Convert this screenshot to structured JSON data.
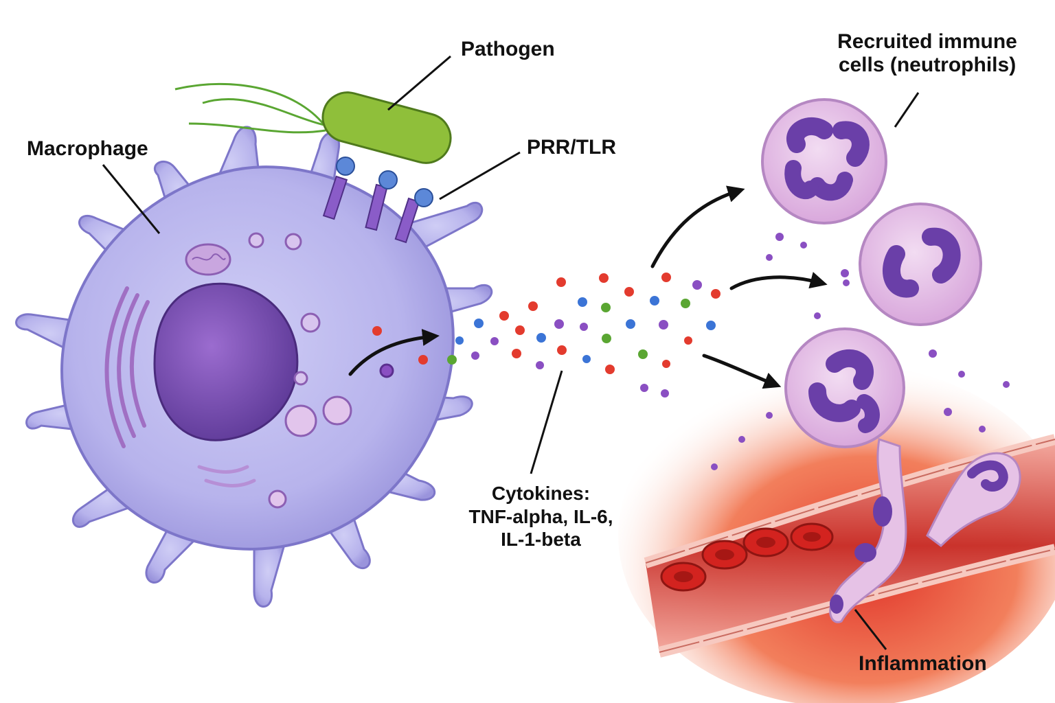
{
  "labels": {
    "pathogen": "Pathogen",
    "macrophage": "Macrophage",
    "prr": "PRR/TLR",
    "recruited_line1": "Recruited immune",
    "recruited_line2": "cells (neutrophils)",
    "cytokines_line1": "Cytokines:",
    "cytokines_line2": "TNF-alpha, IL-6,",
    "cytokines_line3": "IL-1-beta",
    "inflammation": "Inflammation"
  },
  "colors": {
    "macrophage_body": "#b9b6ec",
    "macrophage_outline": "#7d76c9",
    "nucleus": "#7a4cb0",
    "pathogen": "#8fbf3a",
    "receptor": "#7f52b8",
    "neutrophil_body": "#e7c3e8",
    "neutrophil_nucleus": "#6a3fa8",
    "inflammation": "#e84a2a",
    "cytokine_red": "#e33b2e",
    "cytokine_blue": "#3b74d6",
    "cytokine_green": "#5aa632",
    "cytokine_purple": "#8a4fc2"
  }
}
